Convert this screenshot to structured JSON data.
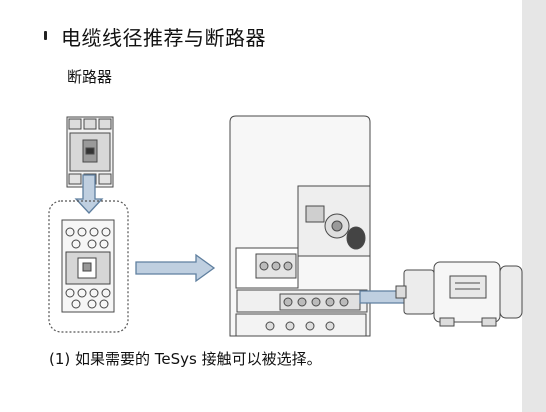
{
  "heading": "电缆线径推荐与断路器",
  "subheading": "断路器",
  "caption": "(1) 如果需要的 TeSys 接触可以被选择。",
  "colors": {
    "arrow_fill": "#bfcfe0",
    "arrow_stroke": "#5f7f9f",
    "line_art": "#4a4a4a",
    "right_strip": "#e6e6e6"
  },
  "icons": {
    "breaker": "circuit-breaker-drawing",
    "contactor": "contactor-drawing",
    "drive": "variable-speed-drive-drawing",
    "motor": "electric-motor-drawing"
  }
}
